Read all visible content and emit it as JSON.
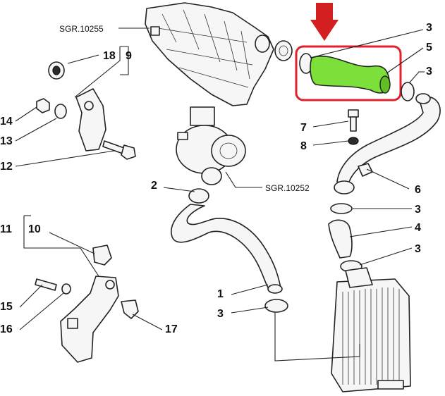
{
  "references": {
    "manifold": "SGR.10255",
    "turbo": "SGR.10252"
  },
  "callouts": {
    "c18": "18",
    "c9": "9",
    "c14": "14",
    "c13": "13",
    "c12": "12",
    "c11": "11",
    "c10": "10",
    "c15": "15",
    "c16": "16",
    "c17": "17",
    "c2": "2",
    "c1": "1",
    "c3_bottom": "3",
    "c3_top": "3",
    "c5": "5",
    "c3_right": "3",
    "c7": "7",
    "c8": "8",
    "c6": "6",
    "c3_mid": "3",
    "c4": "4",
    "c3_low": "3"
  },
  "highlight": {
    "part": "5",
    "hose_color": "#7de03a",
    "box_color": "#e0202a",
    "arrow_color": "#d42020"
  }
}
